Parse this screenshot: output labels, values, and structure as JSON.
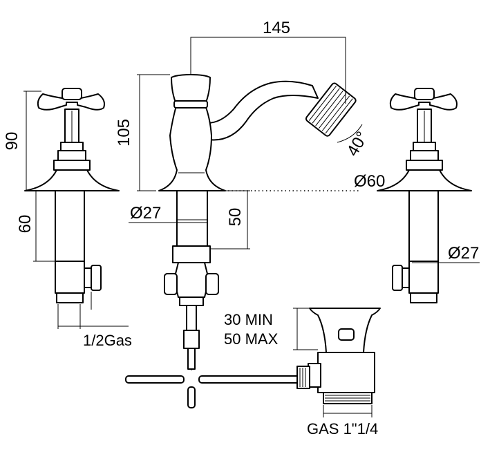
{
  "dimensions": {
    "spout_reach": "145",
    "spout_height": "105",
    "handle_height": "90",
    "tail_length_left": "60",
    "tail_length_center": "50",
    "spray_angle": "40°",
    "base_diameter": "Ø60",
    "tail_diameter_center": "Ø27",
    "tail_diameter_right": "Ø27",
    "inlet_connection": "1/2Gas",
    "waste_range_min": "30 MIN",
    "waste_range_max": "50 MAX",
    "waste_thread": "GAS 1\"1/4"
  }
}
